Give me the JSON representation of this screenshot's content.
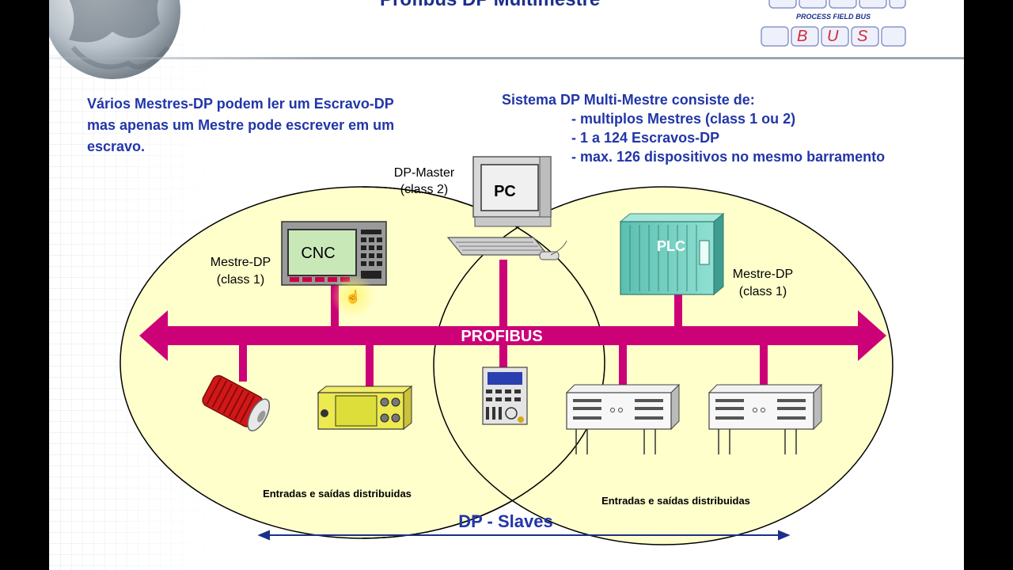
{
  "slide": {
    "title": "Profibus DP Multimestre",
    "logo": {
      "line1": "PROCESS FIELD BUS",
      "letters": [
        "B",
        "U",
        "S"
      ]
    },
    "left_text": [
      "Vários Mestres-DP podem ler um Escravo-DP",
      "mas apenas um Mestre pode escrever em um",
      "escravo."
    ],
    "right_text": {
      "heading": "Sistema DP Multi-Mestre consiste de:",
      "bullets": [
        "- multiplos Mestres (class 1 ou 2)",
        "- 1 a 124 Escravos-DP",
        "- max. 126 dispositivos no mesmo barramento"
      ]
    }
  },
  "diagram": {
    "bus_label": "PROFIBUS",
    "pc_label": "PC",
    "dp_master_line1": "DP-Master",
    "dp_master_line2": "(class 2)",
    "cnc_label": "CNC",
    "mestre_left_line1": "Mestre-DP",
    "mestre_left_line2": "(class 1)",
    "plc_label": "PLC",
    "mestre_right_line1": "Mestre-DP",
    "mestre_right_line2": "(class 1)",
    "io_left_label": "Entradas e saídas distribuidas",
    "io_right_label": "Entradas e saídas distribuidas",
    "slaves_label": "DP - Slaves",
    "colors": {
      "ellipse_fill": "#ffffcc",
      "bus": "#cc0077",
      "text_blue": "#2236a8",
      "plc_green": "#7fd1c4"
    }
  }
}
